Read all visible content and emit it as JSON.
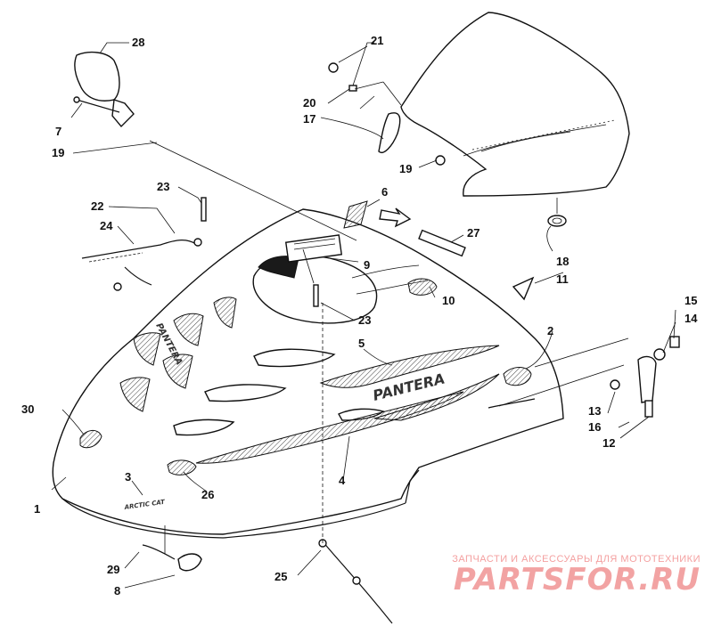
{
  "diagram": {
    "brand_on_hood": "PANTERA",
    "decal_small_text": "ARCTIC CAT",
    "callouts": [
      {
        "id": "1",
        "text": "1"
      },
      {
        "id": "2",
        "text": "2"
      },
      {
        "id": "3",
        "text": "3"
      },
      {
        "id": "4",
        "text": "4"
      },
      {
        "id": "5",
        "text": "5"
      },
      {
        "id": "6",
        "text": "6"
      },
      {
        "id": "7",
        "text": "7"
      },
      {
        "id": "8",
        "text": "8"
      },
      {
        "id": "9",
        "text": "9"
      },
      {
        "id": "10",
        "text": "10"
      },
      {
        "id": "11",
        "text": "11"
      },
      {
        "id": "12",
        "text": "12"
      },
      {
        "id": "13",
        "text": "13"
      },
      {
        "id": "14",
        "text": "14"
      },
      {
        "id": "15",
        "text": "15"
      },
      {
        "id": "16",
        "text": "16"
      },
      {
        "id": "17",
        "text": "17"
      },
      {
        "id": "18",
        "text": "18"
      },
      {
        "id": "19a",
        "text": "19"
      },
      {
        "id": "19b",
        "text": "19"
      },
      {
        "id": "20",
        "text": "20"
      },
      {
        "id": "21",
        "text": "21"
      },
      {
        "id": "22",
        "text": "22"
      },
      {
        "id": "23a",
        "text": "23"
      },
      {
        "id": "23b",
        "text": "23"
      },
      {
        "id": "24",
        "text": "24"
      },
      {
        "id": "25",
        "text": "25"
      },
      {
        "id": "26",
        "text": "26"
      },
      {
        "id": "27",
        "text": "27"
      },
      {
        "id": "28",
        "text": "28"
      },
      {
        "id": "29",
        "text": "29"
      },
      {
        "id": "30",
        "text": "30"
      }
    ]
  },
  "watermark": {
    "caption": "ЗАПЧАСТИ И АКСЕССУАРЫ ДЛЯ МОТОТЕХНИКИ",
    "logo": "PARTSFOR.RU",
    "color": "#f2a3a3"
  }
}
